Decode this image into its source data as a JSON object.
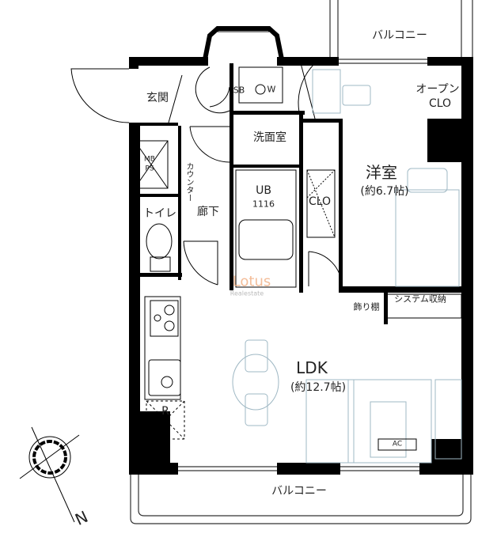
{
  "rooms": {
    "genkan": "玄関",
    "sb": "SB",
    "washer": "W",
    "washroom": "洗面室",
    "mb_ps": [
      "MB",
      "PS"
    ],
    "counter": "カウンター",
    "hallway": "廊下",
    "toilet": "トイレ",
    "unit_bath": "UB",
    "unit_bath_size": "1116",
    "closet": "CLO",
    "western_room": "洋室",
    "western_room_size": "(約6.7帖)",
    "open_closet": [
      "オープン",
      "CLO"
    ],
    "display_shelf": "飾り棚",
    "system_storage": "システム収納",
    "ldk": "LDK",
    "ldk_size": "(約12.7帖)",
    "refrigerator": "R",
    "air_conditioner": "AC",
    "balcony_top": "バルコニー",
    "balcony_bottom": "バルコニー"
  },
  "compass": {
    "north_label": "N"
  },
  "watermark": {
    "name": "Lotus",
    "sub": "Realestate"
  },
  "colors": {
    "wall": "#000000",
    "furniture": "#9fb8c4",
    "watermark": "#f0a878"
  }
}
